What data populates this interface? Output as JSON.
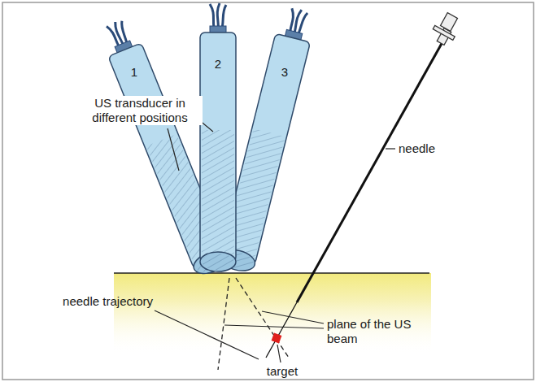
{
  "diagram": {
    "labels": [
      "1",
      "2",
      "3",
      "US transducer in different positions",
      "needle",
      "needle trajectory",
      "plane of the US beam",
      "target"
    ]
  }
}
